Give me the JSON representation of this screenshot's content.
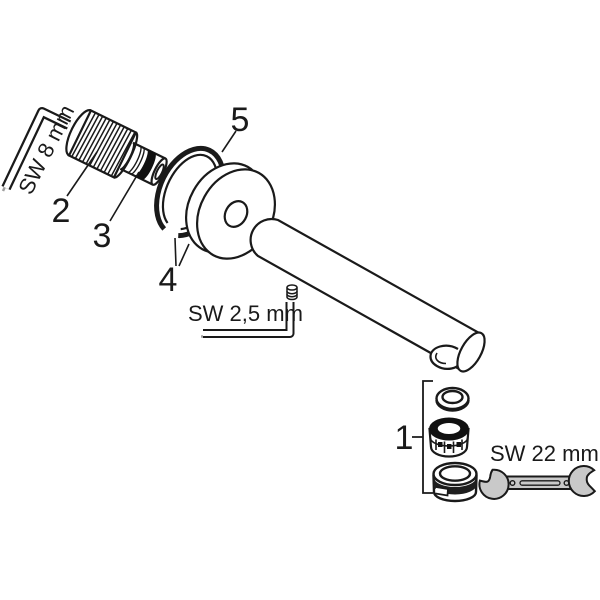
{
  "diagram": {
    "kind": "exploded-parts-drawing",
    "colors": {
      "background": "#ffffff",
      "line": "#1a1a1a",
      "tool_fill": "#c9c9c9",
      "shadow": "#9e9e9e",
      "seal_black": "#111111"
    },
    "part_labels": {
      "p1": "1",
      "p2": "2",
      "p3": "3",
      "p4": "4",
      "p5": "5"
    },
    "tool_labels": {
      "hex_key_large": "SW 8 mm",
      "hex_key_small": "SW 2,5 mm",
      "wrench": "SW 22 mm"
    }
  }
}
